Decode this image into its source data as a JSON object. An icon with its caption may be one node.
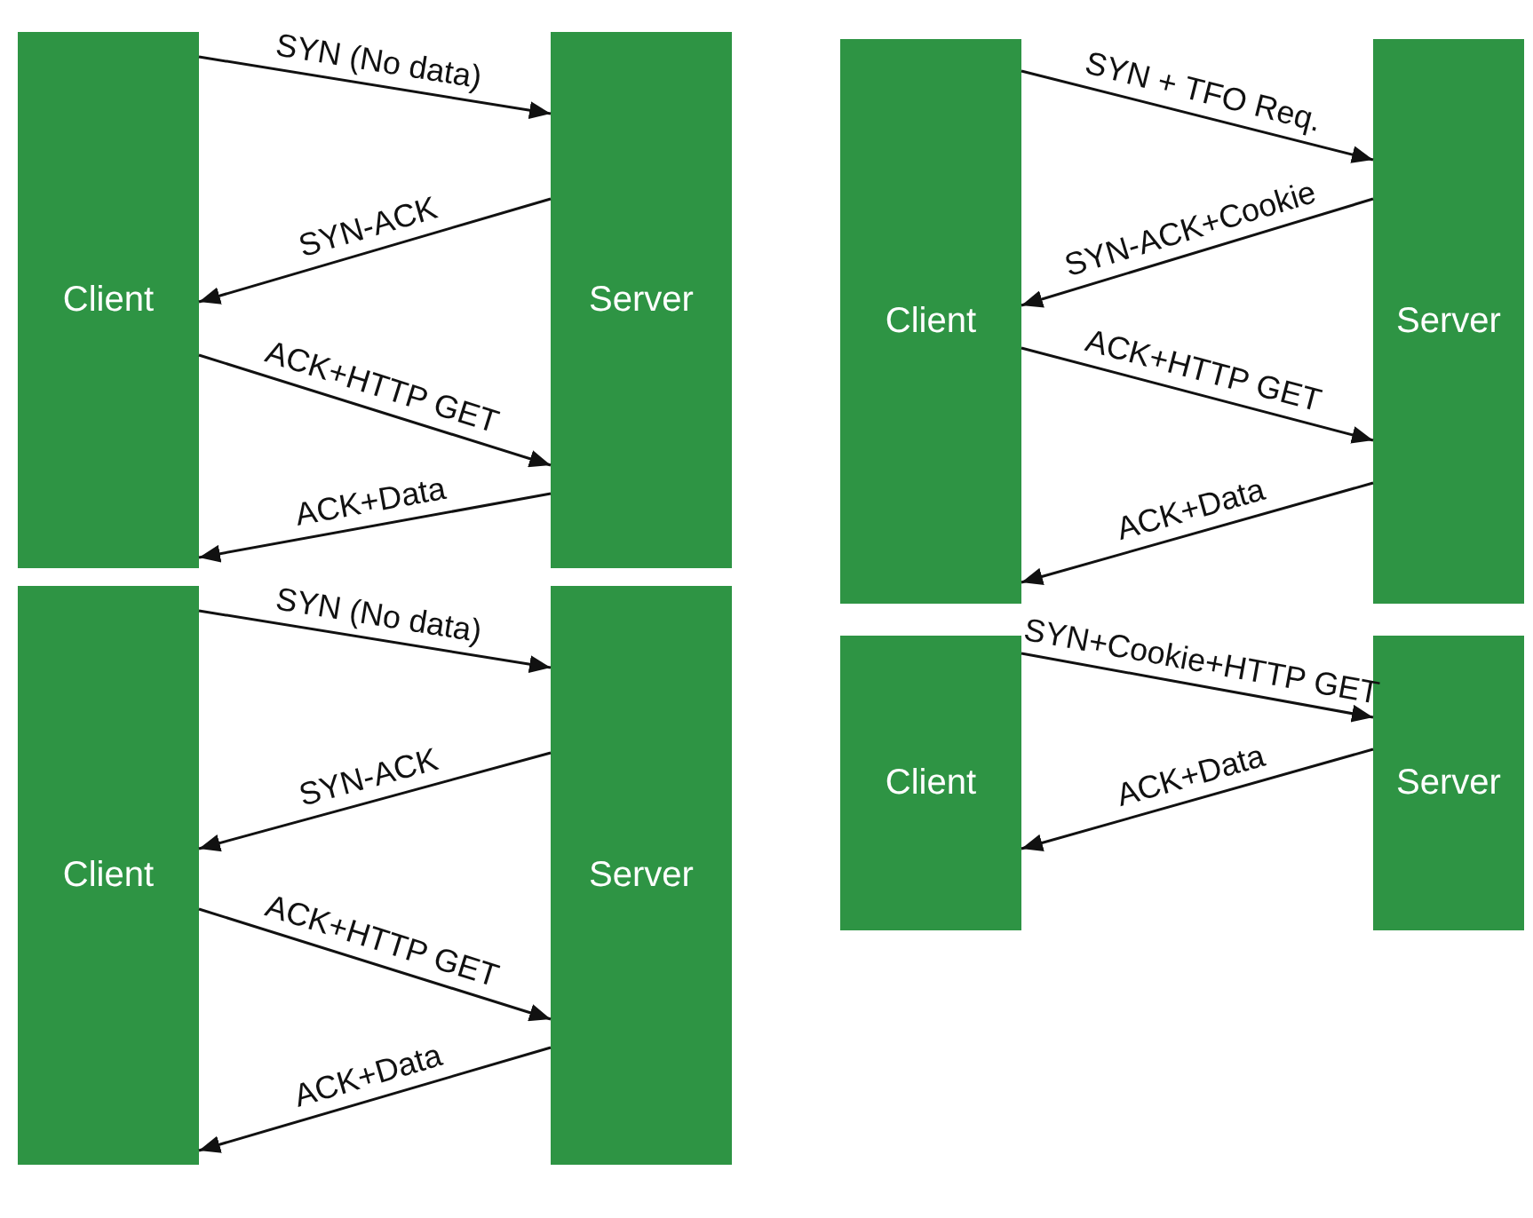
{
  "diagram": {
    "nodes": [
      {
        "text": [
          "Client"
        ]
      },
      {
        "text": [
          "Server"
        ]
      },
      {
        "text": [
          "Client"
        ]
      },
      {
        "text": [
          "Server"
        ]
      },
      {
        "text": [
          "Client"
        ]
      },
      {
        "text": [
          "Server"
        ]
      },
      {
        "text": [
          "Client"
        ]
      },
      {
        "text": [
          "Server"
        ]
      }
    ],
    "edges": [
      {
        "from": 0,
        "to": 1,
        "arrow": "to",
        "label": "SYN (No data)"
      },
      {
        "from": 1,
        "to": 0,
        "arrow": "to",
        "label": "SYN-ACK"
      },
      {
        "from": 0,
        "to": 1,
        "arrow": "to",
        "label": "ACK+HTTP GET"
      },
      {
        "from": 1,
        "to": 0,
        "arrow": "to",
        "label": "ACK+Data"
      },
      {
        "from": 2,
        "to": 3,
        "arrow": "to",
        "label": "SYN + TFO Req."
      },
      {
        "from": 3,
        "to": 2,
        "arrow": "to",
        "label": "SYN-ACK+Cookie"
      },
      {
        "from": 2,
        "to": 3,
        "arrow": "to",
        "label": "ACK+HTTP GET"
      },
      {
        "from": 3,
        "to": 2,
        "arrow": "to",
        "label": "ACK+Data"
      },
      {
        "from": 4,
        "to": 5,
        "arrow": "to",
        "label": "SYN (No data)"
      },
      {
        "from": 5,
        "to": 4,
        "arrow": "to",
        "label": "SYN-ACK"
      },
      {
        "from": 4,
        "to": 5,
        "arrow": "to",
        "label": "ACK+HTTP GET"
      },
      {
        "from": 5,
        "to": 4,
        "arrow": "to",
        "label": "ACK+Data"
      },
      {
        "from": 6,
        "to": 7,
        "arrow": "to",
        "label": "SYN+Cookie+HTTP GET"
      },
      {
        "from": 7,
        "to": 6,
        "arrow": "to",
        "label": "ACK+Data"
      }
    ]
  }
}
